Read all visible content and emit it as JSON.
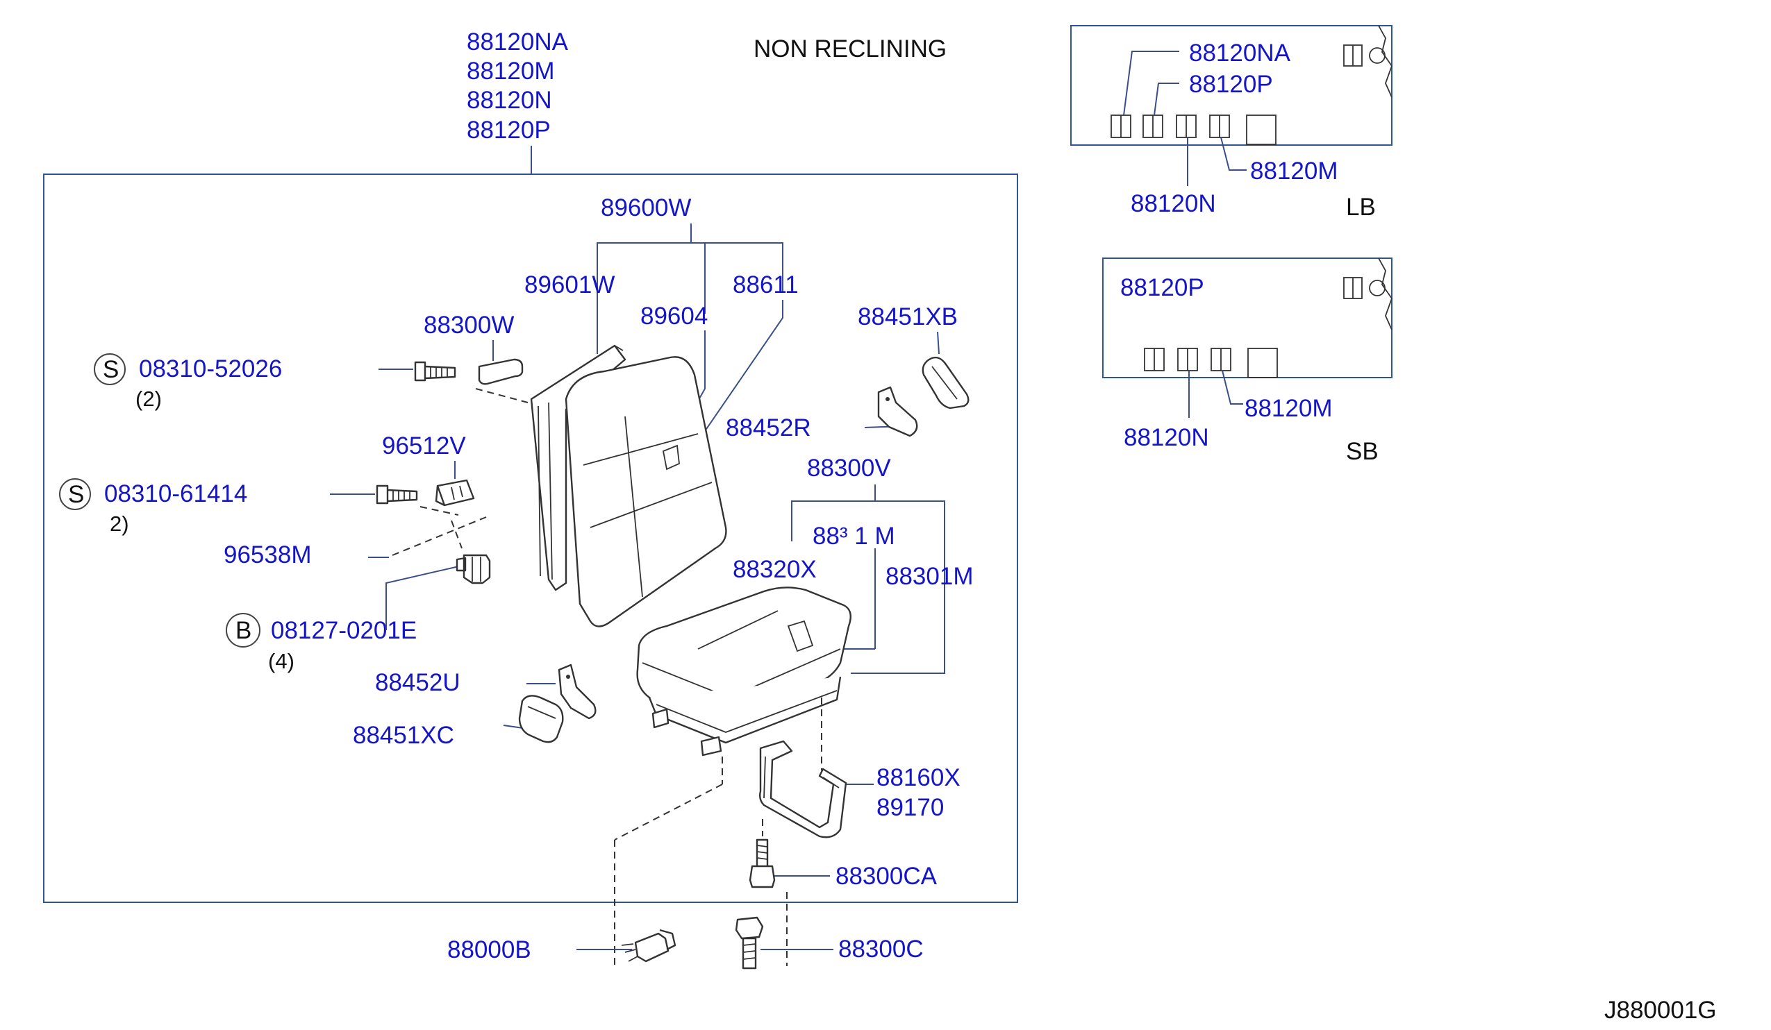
{
  "title": "NON  RECLINING",
  "drawing_code": "J880001G",
  "main_labels": {
    "top_1": "88120NA",
    "top_2": "88120M",
    "top_3": "88120N",
    "top_4": "88120P",
    "seat_assembly": "89600W",
    "back_frame": "89601W",
    "back_trim": "89604",
    "back_pad": "88611",
    "headrest_guide": "88300W",
    "screw_1": "08310-52026",
    "screw_1_qty": "(2)",
    "screw_1_symbol": "S",
    "clip": "96512V",
    "screw_2": "08310-61414",
    "screw_2_qty": "2)",
    "screw_2_symbol": "S",
    "bracket_clip": "96538M",
    "bolt": "08127-0201E",
    "bolt_qty": "(4)",
    "bolt_symbol": "B",
    "hinge_cover_r_outer": "88451XB",
    "hinge_cover_r": "88452R",
    "cushion_assembly": "88300V",
    "cushion_partial": "88³ 1 M",
    "cushion_trim": "88320X",
    "cushion_frame": "88301M",
    "hinge_cover_u": "88452U",
    "hinge_cover_l_outer": "88451XC",
    "support_1": "88160X",
    "support_2": "89170",
    "bolt_ca": "88300CA",
    "anchor_bolt": "88000B",
    "bolt_c": "88300C"
  },
  "lb_inset": {
    "label": "LB",
    "part_1": "88120NA",
    "part_2": "88120P",
    "part_3": "88120M",
    "part_4": "88120N"
  },
  "sb_inset": {
    "label": "SB",
    "part_1": "88120P",
    "part_2": "88120M",
    "part_3": "88120N"
  },
  "colors": {
    "part_number_text": "#1515c8",
    "frame_lines": "#2f5597",
    "drawing_lines": "#333333"
  }
}
